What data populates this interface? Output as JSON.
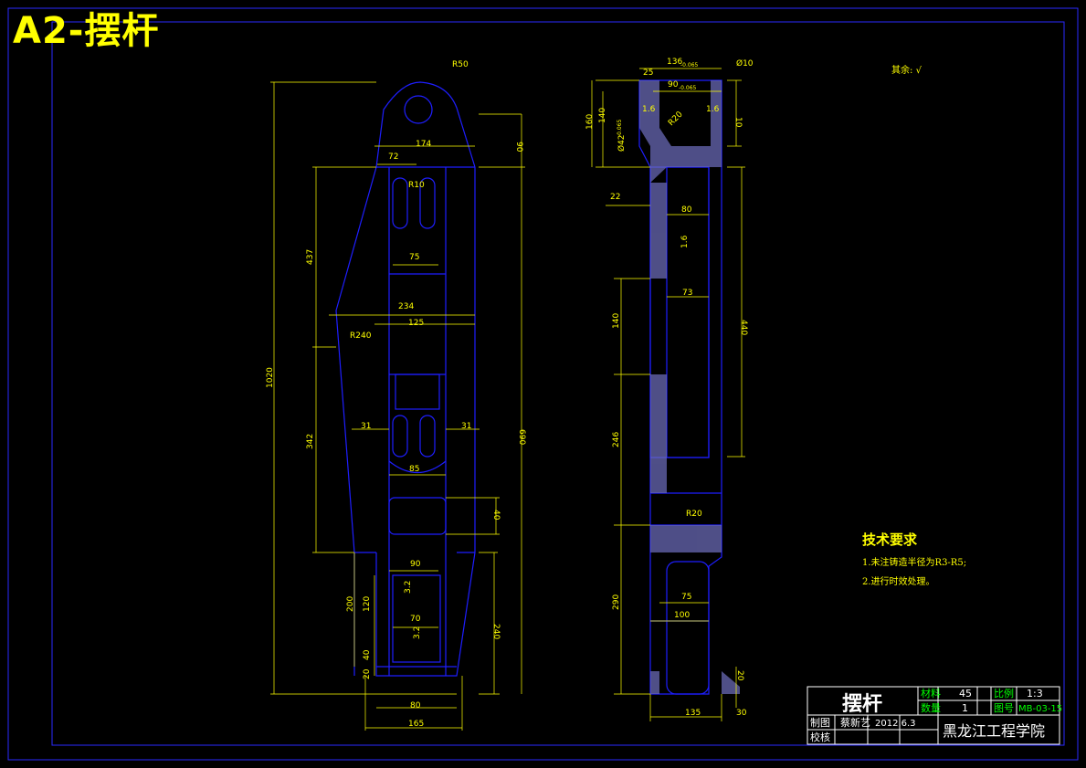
{
  "header": {
    "sheet_title": "A2-摆杆"
  },
  "roughness_note": "其余:",
  "tech_req": {
    "heading": "技术要求",
    "items": [
      "1.未注铸造半径为R3-R5;",
      "2.进行时效处理。"
    ]
  },
  "front_view": {
    "dims": {
      "r50": "R50",
      "d174": "174",
      "d90": "90",
      "d72": "72",
      "r10": "R10",
      "d437": "437",
      "d75": "75",
      "d234": "234",
      "d125": "125",
      "r240": "R240",
      "d1020": "1020",
      "d690": "690",
      "d31a": "31",
      "d31b": "31",
      "d342": "342",
      "d85": "85",
      "d40": "40",
      "d90b": "90",
      "d200": "200",
      "d120": "120",
      "d70": "70",
      "d40b": "40",
      "d20": "20",
      "d240": "240",
      "d80": "80",
      "d165": "165",
      "rough32a": "3.2",
      "rough32b": "3.2"
    }
  },
  "side_view": {
    "dims": {
      "d136": "136",
      "d136tol": "-0.065",
      "d10dia": "Ø10",
      "d25": "25",
      "d90": "90",
      "d90tol": "-0.065",
      "d140": "140",
      "d160": "160",
      "d10": "10",
      "d42": "Ø42",
      "d42tol": "-0.065",
      "r20a": "R20",
      "rough16a": "1.6",
      "rough16b": "1.6",
      "rough16c": "1.6",
      "d22": "22",
      "d80": "80",
      "d73": "73",
      "d140b": "140",
      "d440": "440",
      "d246": "246",
      "r20b": "R20",
      "d290": "290",
      "d75": "75",
      "d100": "100",
      "d135": "135",
      "d20": "20",
      "d30": "30"
    }
  },
  "title_block": {
    "name": "摆杆",
    "material_label": "材料",
    "material_value": "45",
    "scale_label": "比例",
    "scale_value": "1:3",
    "qty_label": "数量",
    "qty_value": "1",
    "drawing_no_label": "图号",
    "drawing_no_value": "MB-03-15",
    "drawn_label": "制图",
    "drawn_by": "蔡新艺",
    "date": "2012.6.3",
    "checked_label": "校核",
    "school": "黑龙江工程学院"
  },
  "colors": {
    "background": "#000000",
    "geometry": "#0000ff",
    "dimension": "#ffff00",
    "frame": "#2a2aff",
    "title_green": "#00ff00"
  }
}
